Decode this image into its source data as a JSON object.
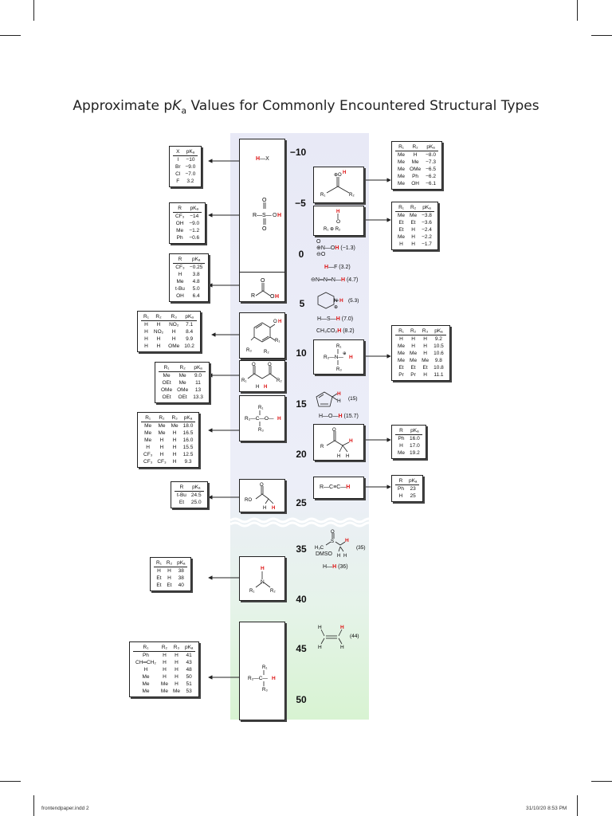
{
  "title": {
    "pre": "Approximate p",
    "k": "K",
    "sub": "a",
    "post": " Values for Commonly Encountered Structural Types"
  },
  "scale": [
    "−10",
    "−5",
    "0",
    "5",
    "10",
    "15",
    "20",
    "25",
    "35",
    "40",
    "45",
    "50"
  ],
  "center_labels": {
    "hx": "H—X",
    "sulfonic": "R—S—OH",
    "carboxylic_r": "R",
    "carboxylic_oh": "OH",
    "nitric": "N—OH",
    "nitric_pka": "(−1.3)",
    "hf": "H—F",
    "hf_pka": "(3.2)",
    "hydrazoic": "N═N═N—H",
    "hydrazoic_pka": "(4.7)",
    "pyridinium_pka": "(5.3)",
    "h2s": "H—S—H",
    "h2s_pka": "(7.0)",
    "acetic": "CH₃CO₂H",
    "acetic_pka": "(8.2)",
    "cyclopentadiene_pka": "(15)",
    "water": "H—O—H",
    "water_pka": "(15.7)",
    "alkyne": "R—C≡C—H",
    "dmso_label": "DMSO",
    "dmso_pka": "(35)",
    "hydrogen": "H—H",
    "hydrogen_pka": "(36)",
    "ethylene_pka": "(44)"
  },
  "tables": {
    "hx": {
      "headers": [
        "X",
        "pKₐ"
      ],
      "rows": [
        [
          "I",
          "−10"
        ],
        [
          "Br",
          "−9.0"
        ],
        [
          "Cl",
          "−7.0"
        ],
        [
          "F",
          "3.2"
        ]
      ]
    },
    "sulfonic": {
      "headers": [
        "R",
        "pKₐ"
      ],
      "rows": [
        [
          "CF₃",
          "−14"
        ],
        [
          "OH",
          "−9.0"
        ],
        [
          "Me",
          "−1.2"
        ],
        [
          "Ph",
          "−0.6"
        ]
      ]
    },
    "carboxylic": {
      "headers": [
        "R",
        "pKₐ"
      ],
      "rows": [
        [
          "CF₃",
          "−0.25"
        ],
        [
          "H",
          "3.8"
        ],
        [
          "Me",
          "4.8"
        ],
        [
          "t-Bu",
          "5.0"
        ],
        [
          "OH",
          "6.4"
        ]
      ]
    },
    "phenol": {
      "headers": [
        "R₁",
        "R₂",
        "R₃",
        "pKₐ"
      ],
      "rows": [
        [
          "H",
          "H",
          "NO₂",
          "7.1"
        ],
        [
          "H",
          "NO₂",
          "H",
          "8.4"
        ],
        [
          "H",
          "H",
          "H",
          "9.9"
        ],
        [
          "H",
          "H",
          "OMe",
          "10.2"
        ]
      ]
    },
    "dicarbonyl": {
      "headers": [
        "R₁",
        "R₂",
        "pKₐ"
      ],
      "rows": [
        [
          "Me",
          "Me",
          "9.0"
        ],
        [
          "OEt",
          "Me",
          "11"
        ],
        [
          "OMe",
          "OMe",
          "13"
        ],
        [
          "OEt",
          "OEt",
          "13.3"
        ]
      ]
    },
    "alcohol": {
      "headers": [
        "R₁",
        "R₂",
        "R₃",
        "pKₐ"
      ],
      "rows": [
        [
          "Me",
          "Me",
          "Me",
          "18.0"
        ],
        [
          "Me",
          "Me",
          "H",
          "16.5"
        ],
        [
          "Me",
          "H",
          "H",
          "16.0"
        ],
        [
          "H",
          "H",
          "H",
          "15.5"
        ],
        [
          "CF₃",
          "H",
          "H",
          "12.5"
        ],
        [
          "CF₃",
          "CF₃",
          "H",
          "9.3"
        ]
      ]
    },
    "ester": {
      "headers": [
        "R",
        "pKₐ"
      ],
      "rows": [
        [
          "t-Bu",
          "24.5"
        ],
        [
          "Et",
          "25.0"
        ]
      ]
    },
    "amine": {
      "headers": [
        "R₁",
        "R₂",
        "pKₐ"
      ],
      "rows": [
        [
          "H",
          "H",
          "38"
        ],
        [
          "Et",
          "H",
          "38"
        ],
        [
          "Et",
          "Et",
          "40"
        ]
      ]
    },
    "alkane": {
      "headers": [
        "R₁",
        "R₂",
        "R₃",
        "pKₐ"
      ],
      "rows": [
        [
          "Ph",
          "H",
          "H",
          "41"
        ],
        [
          "CH═CH₂",
          "H",
          "H",
          "43"
        ],
        [
          "H",
          "H",
          "H",
          "48"
        ],
        [
          "Me",
          "H",
          "H",
          "50"
        ],
        [
          "Me",
          "Me",
          "H",
          "51"
        ],
        [
          "Me",
          "Me",
          "Me",
          "53"
        ]
      ]
    },
    "protonated_ketone": {
      "headers": [
        "R₁",
        "R₂",
        "pKₐ"
      ],
      "rows": [
        [
          "Me",
          "H",
          "−8.0"
        ],
        [
          "Me",
          "Me",
          "−7.3"
        ],
        [
          "Me",
          "OMe",
          "−6.5"
        ],
        [
          "Me",
          "Ph",
          "−6.2"
        ],
        [
          "Me",
          "OH",
          "−6.1"
        ]
      ]
    },
    "oxonium": {
      "headers": [
        "R₁",
        "R₂",
        "pKₐ"
      ],
      "rows": [
        [
          "Me",
          "Me",
          "−3.8"
        ],
        [
          "Et",
          "Et",
          "−3.6"
        ],
        [
          "Et",
          "H",
          "−2.4"
        ],
        [
          "Me",
          "H",
          "−2.2"
        ],
        [
          "H",
          "H",
          "−1.7"
        ]
      ]
    },
    "ammonium": {
      "headers": [
        "R₁",
        "R₂",
        "R₃",
        "pKₐ"
      ],
      "rows": [
        [
          "H",
          "H",
          "H",
          "9.2"
        ],
        [
          "Me",
          "H",
          "H",
          "10.5"
        ],
        [
          "Me",
          "Me",
          "H",
          "10.6"
        ],
        [
          "Me",
          "Me",
          "Me",
          "9.8"
        ],
        [
          "Et",
          "Et",
          "Et",
          "10.8"
        ],
        [
          "Pr",
          "Pr",
          "H",
          "11.1"
        ]
      ]
    },
    "ketone": {
      "headers": [
        "R",
        "pKₐ"
      ],
      "rows": [
        [
          "Ph",
          "16.0"
        ],
        [
          "H",
          "17.0"
        ],
        [
          "Me",
          "19.2"
        ]
      ]
    },
    "alkyne": {
      "headers": [
        "R",
        "pKₐ"
      ],
      "rows": [
        [
          "Ph",
          "23"
        ],
        [
          "H",
          "25"
        ]
      ]
    }
  },
  "footer": {
    "left": "frontendpaper.indd   2",
    "right": "31/10/20   8:53 PM"
  },
  "colors": {
    "acidic_h": "#d11",
    "band_top": "#e8e9f6",
    "band_bottom": "#d8f3d2"
  }
}
